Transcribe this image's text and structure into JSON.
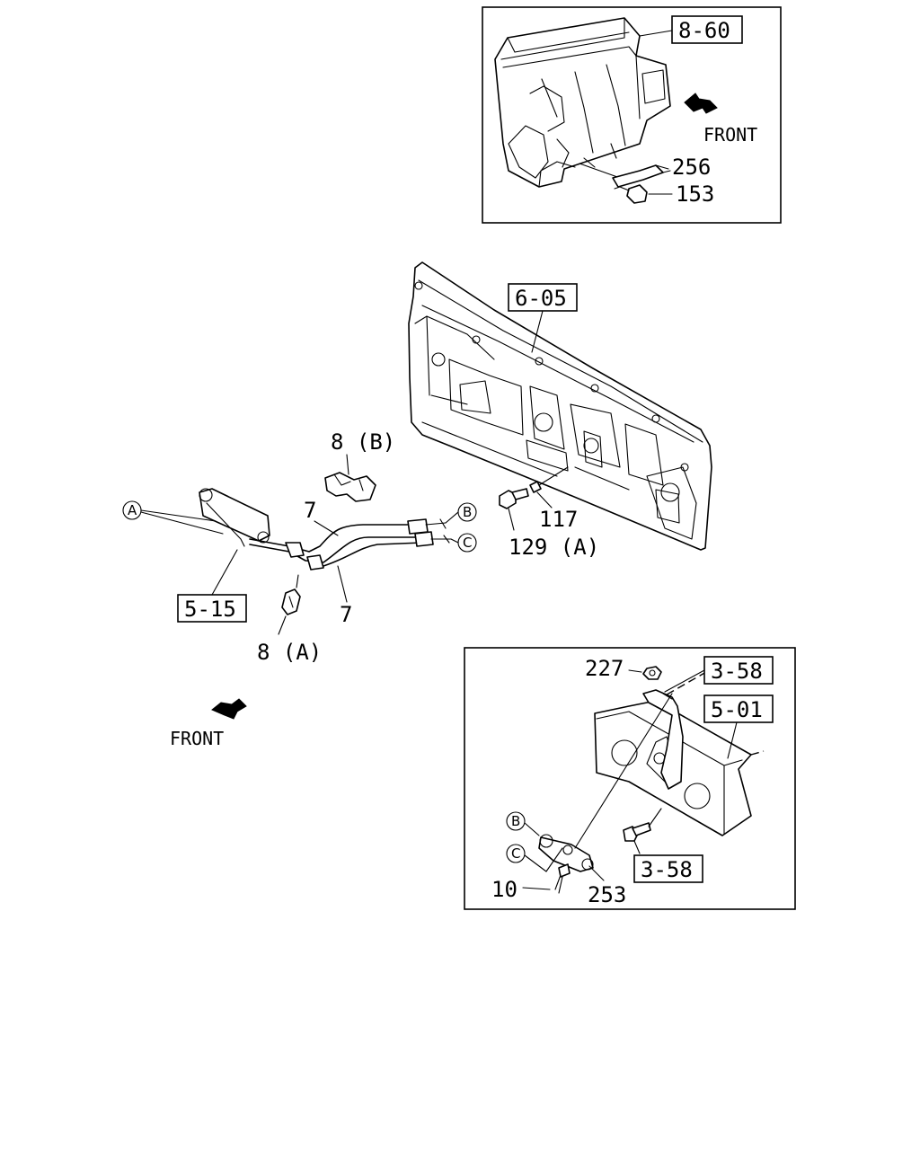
{
  "inset_top": {
    "ref": "8-60",
    "direction": "FRONT",
    "parts": [
      "256",
      "153"
    ]
  },
  "main": {
    "panel_ref": "6-05",
    "rail_ref": "5-15",
    "direction": "FRONT",
    "labels": {
      "clip_b": "8 (B)",
      "clip_a": "8 (A)",
      "pipe_upper": "7",
      "pipe_lower": "7",
      "bolt": "129 (A)",
      "washer": "117"
    },
    "callouts": {
      "a": "A",
      "b": "B",
      "c": "C"
    }
  },
  "inset_bottom": {
    "refs": [
      "3-58",
      "5-01",
      "3-58"
    ],
    "parts": {
      "nut": "227",
      "screw": "10",
      "connector": "253"
    },
    "callouts": {
      "b": "B",
      "c": "C"
    }
  }
}
